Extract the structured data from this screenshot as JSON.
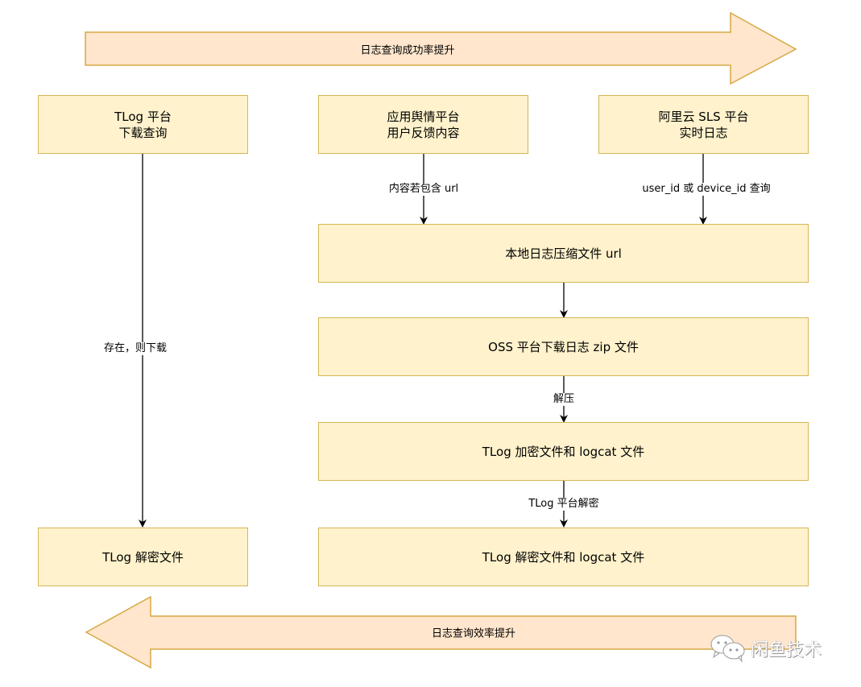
{
  "colors": {
    "box_fill": "#fff2cc",
    "box_stroke": "#d6b656",
    "banner_fill": "#ffe6cc",
    "banner_stroke": "#d7a843",
    "edge": "#000000"
  },
  "banners": {
    "top": {
      "label": "日志查询成功率提升",
      "direction": "right"
    },
    "bottom": {
      "label": "日志查询效率提升",
      "direction": "left"
    }
  },
  "nodes": {
    "tlog_platform": {
      "line1": "TLog 平台",
      "line2": "下载查询"
    },
    "sentiment_platform": {
      "line1": "应用舆情平台",
      "line2": "用户反馈内容"
    },
    "sls_platform": {
      "line1": "阿里云 SLS 平台",
      "line2": "实时日志"
    },
    "local_log_url": {
      "label": "本地日志压缩文件 url"
    },
    "oss_download": {
      "label": "OSS 平台下载日志 zip 文件"
    },
    "tlog_encrypted": {
      "label": "TLog 加密文件和 logcat 文件"
    },
    "tlog_decrypted_left": {
      "label": "TLog 解密文件"
    },
    "tlog_decrypted_right": {
      "label": "TLog 解密文件和 logcat 文件"
    }
  },
  "edges": {
    "tlog_to_decrypted": {
      "label": "存在，则下载"
    },
    "sentiment_to_url": {
      "label": "内容若包含 url"
    },
    "sls_to_url": {
      "label": "user_id 或 device_id 查询"
    },
    "url_to_oss": {
      "label": ""
    },
    "oss_to_encrypted": {
      "label": "解压"
    },
    "encrypted_to_decrypted": {
      "label": "TLog 平台解密"
    }
  },
  "watermark": {
    "icon": "wechat-icon",
    "text": "闲鱼技术"
  }
}
